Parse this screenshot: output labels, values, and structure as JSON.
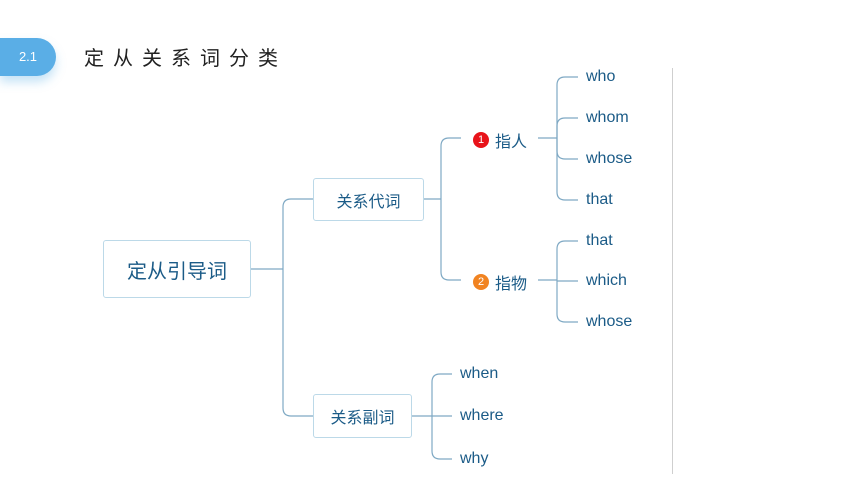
{
  "header": {
    "section_number": "2.1",
    "section_title": "定从关系词分类"
  },
  "mindmap": {
    "root": "定从引导词",
    "pronouns": {
      "label": "关系代词",
      "person": {
        "number": "1",
        "label": "指人",
        "words": [
          "who",
          "whom",
          "whose",
          "that"
        ]
      },
      "thing": {
        "number": "2",
        "label": "指物",
        "words": [
          "that",
          "which",
          "whose"
        ]
      }
    },
    "adverbs": {
      "label": "关系副词",
      "words": [
        "when",
        "where",
        "why"
      ]
    }
  },
  "colors": {
    "badge": "#5aaee6",
    "node_text": "#1b5b87",
    "connector": "#7fa9c4",
    "marker_1": "#e8131a",
    "marker_2": "#f18321"
  }
}
